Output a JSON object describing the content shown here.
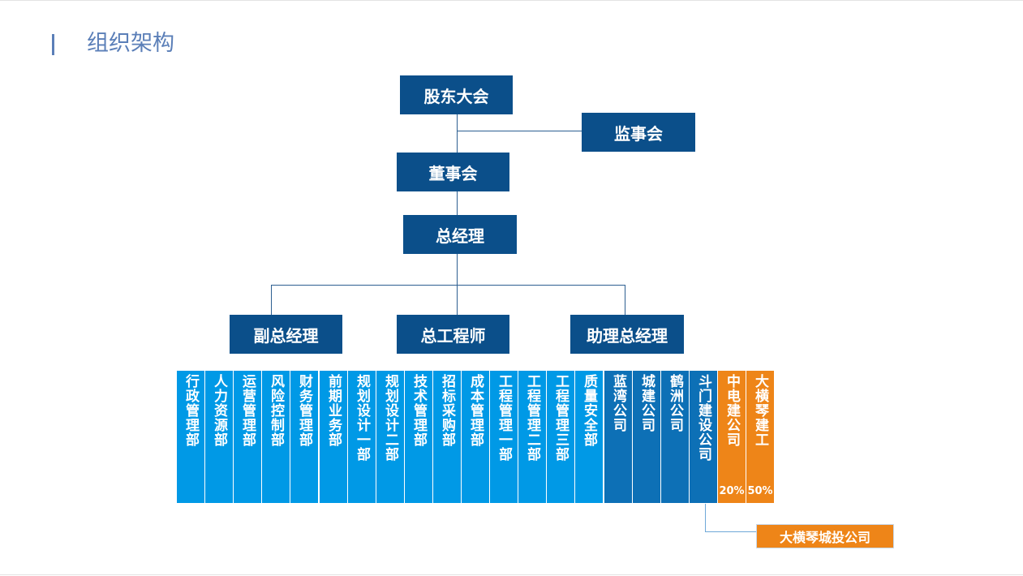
{
  "page": {
    "title": "组织架构"
  },
  "org": {
    "shareholders": "股东大会",
    "supervisors": "监事会",
    "board": "董事会",
    "general_manager": "总经理",
    "deputy_gm": "副总经理",
    "chief_engineer": "总工程师",
    "assistant_gm": "助理总经理"
  },
  "departments": [
    {
      "name": "行政管理部",
      "color": "#0099e6"
    },
    {
      "name": "人力资源部",
      "color": "#0099e6"
    },
    {
      "name": "运营管理部",
      "color": "#0099e6"
    },
    {
      "name": "风险控制部",
      "color": "#0099e6"
    },
    {
      "name": "财务管理部",
      "color": "#0099e6"
    },
    {
      "name": "前期业务部",
      "color": "#0099e6"
    },
    {
      "name": "规划设计一部",
      "color": "#0099e6"
    },
    {
      "name": "规划设计二部",
      "color": "#0099e6"
    },
    {
      "name": "技术管理部",
      "color": "#0099e6"
    },
    {
      "name": "招标采购部",
      "color": "#0099e6"
    },
    {
      "name": "成本管理部",
      "color": "#0099e6"
    },
    {
      "name": "工程管理一部",
      "color": "#0099e6"
    },
    {
      "name": "工程管理二部",
      "color": "#0099e6"
    },
    {
      "name": "工程管理三部",
      "color": "#0099e6"
    },
    {
      "name": "质量安全部",
      "color": "#0099e6"
    },
    {
      "name": "蓝湾公司",
      "color": "#0d70b6"
    },
    {
      "name": "城建公司",
      "color": "#0d70b6"
    },
    {
      "name": "鹤洲公司",
      "color": "#0d70b6"
    },
    {
      "name": "斗门建设公司",
      "color": "#0d70b6"
    },
    {
      "name": "中电建公司",
      "color": "#ee8518",
      "share": "20%"
    },
    {
      "name": "大横琴建工",
      "color": "#ee8518",
      "share": "50%"
    }
  ],
  "subsidiary": {
    "name": "大横琴城投公司",
    "color": "#ee8518"
  },
  "colors": {
    "box": "#0b4f8a",
    "title": "#5b7fb8",
    "line": "#2d5f91"
  }
}
